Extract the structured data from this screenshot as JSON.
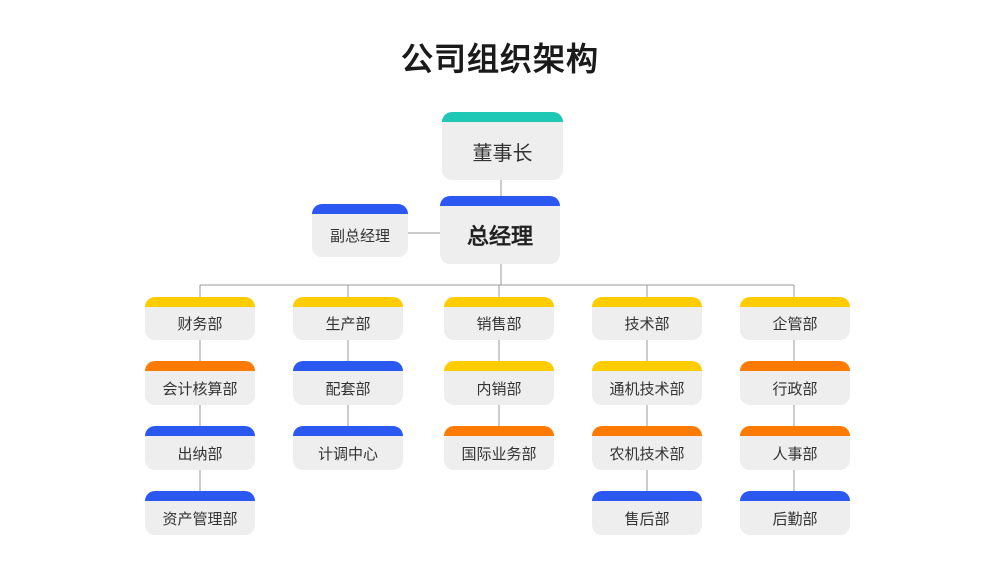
{
  "title": "公司组织架构",
  "colors": {
    "teal": "#1ec8b4",
    "blue": "#2b58f0",
    "yellow": "#ffcc00",
    "orange": "#ff7a00",
    "box": "#eeeeee",
    "line": "#9a9a9a"
  },
  "chairman": "董事长",
  "gm": "总经理",
  "deputy_gm": "副总经理",
  "departments": [
    {
      "name": "财务部",
      "children": [
        "会计核算部",
        "出纳部",
        "资产管理部"
      ]
    },
    {
      "name": "生产部",
      "children": [
        "配套部",
        "计调中心"
      ]
    },
    {
      "name": "销售部",
      "children": [
        "内销部",
        "国际业务部"
      ]
    },
    {
      "name": "技术部",
      "children": [
        "通机技术部",
        "农机技术部",
        "售后部"
      ]
    },
    {
      "name": "企管部",
      "children": [
        "行政部",
        "人事部",
        "后勤部"
      ]
    }
  ]
}
